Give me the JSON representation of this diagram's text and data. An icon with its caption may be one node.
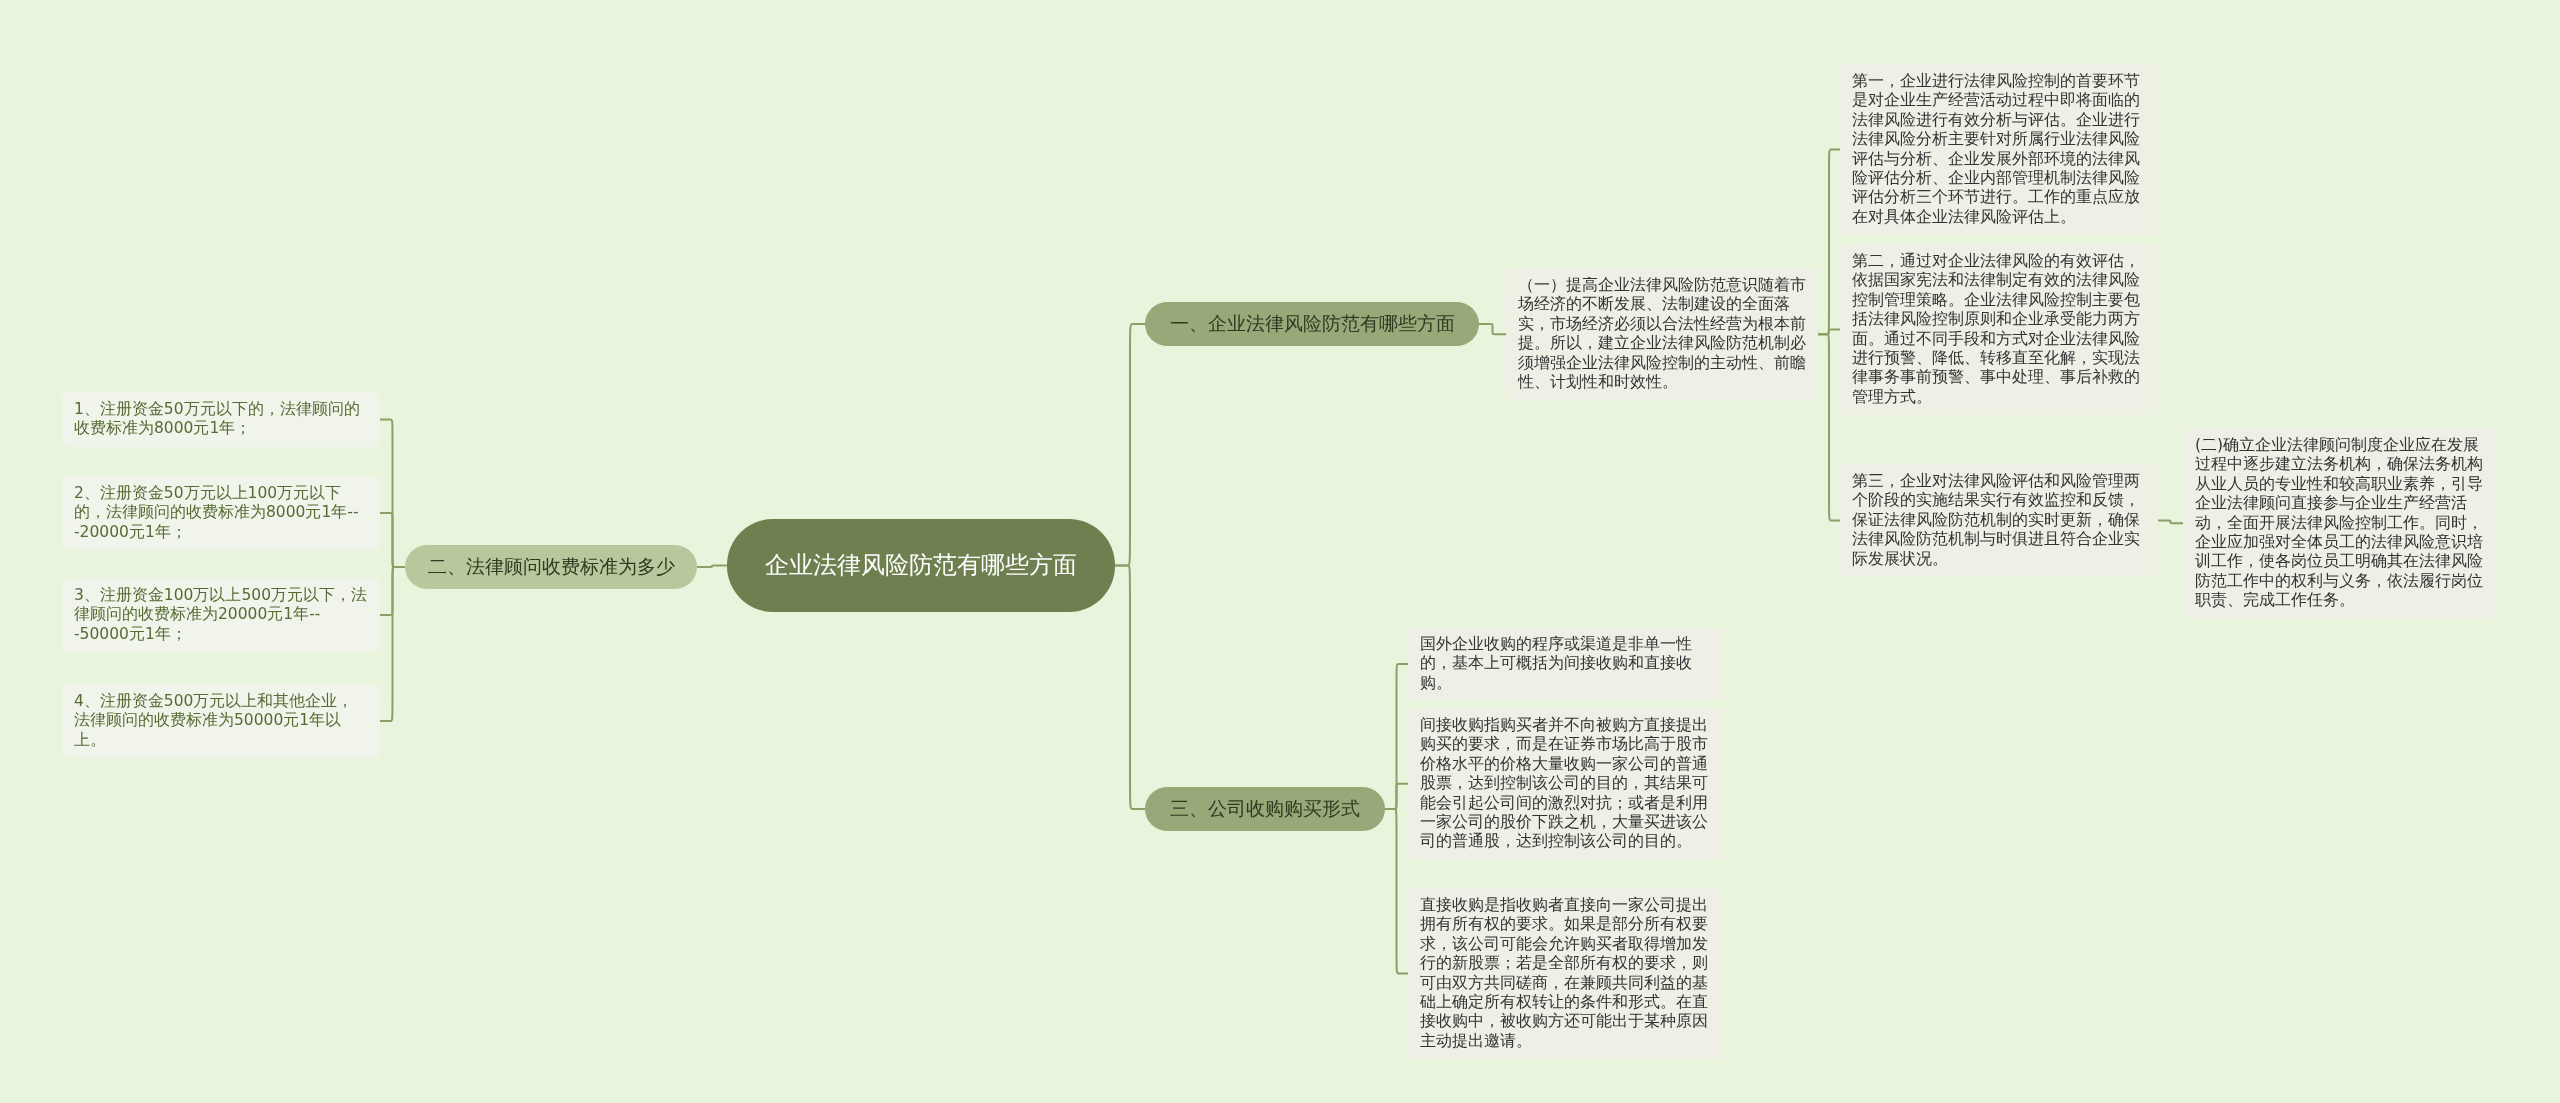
{
  "diagram": {
    "nodes": [
      {
        "text": [
          "企业法律风险防范有哪些方面"
        ]
      },
      {
        "text": [
          "一、企业法律风险防范有哪些方面"
        ]
      },
      {
        "text": [
          "（一）提高企业法律风险防范意识随着市场经济的不断发展、法制建设的全面落实，市场经济必须以合法性经营为根本前提。所以，建立企业法律风险防范机制必须增强企业法律风险控制的主动性、前瞻性、计划性和时效性。"
        ]
      },
      {
        "text": [
          "第一，企业进行法律风险控制的首要环节是对企业生产经营活动过程中即将面临的法律风险进行有效分析与评估。企业进行法律风险分析主要针对所属行业法律风险评估与分析、企业发展外部环境的法律风险评估分析、企业内部管理机制法律风险评估分析三个环节进行。工作的重点应放在对具体企业法律风险评估上。"
        ]
      },
      {
        "text": [
          "第二，通过对企业法律风险的有效评估，依据国家宪法和法律制定有效的法律风险控制管理策略。企业法律风险控制主要包括法律风险控制原则和企业承受能力两方面。通过不同手段和方式对企业法律风险进行预警、降低、转移直至化解，实现法律事务事前预警、事中处理、事后补救的管理方式。"
        ]
      },
      {
        "text": [
          "第三，企业对法律风险评估和风险管理两个阶段的实施结果实行有效监控和反馈，保证法律风险防范机制的实时更新，确保法律风险防范机制与时俱进且符合企业实际发展状况。"
        ]
      },
      {
        "text": [
          "(二)确立企业法律顾问制度企业应在发展过程中逐步建立法务机构，确保法务机构从业人员的专业性和较高职业素养，引导企业法律顾问直接参与企业生产经营活动，全面开展法律风险控制工作。同时，企业应加强对全体员工的法律风险意识培训工作，使各岗位员工明确其在法律风险防范工作中的权利与义务，依法履行岗位职责、完成工作任务。"
        ]
      },
      {
        "text": [
          "二、法律顾问收费标准为多少"
        ]
      },
      {
        "text": [
          "1、注册资金50万元以下的，法律顾问的收费标准为8000元1年；"
        ]
      },
      {
        "text": [
          "2、注册资金50万元以上100万元以下的，法律顾问的收费标准为8000元1年---20000元1年；"
        ]
      },
      {
        "text": [
          "3、注册资金100万以上500万元以下，法律顾问的收费标准为20000元1年---50000元1年；"
        ]
      },
      {
        "text": [
          "4、注册资金500万元以上和其他企业，法律顾问的收费标准为50000元1年以上。"
        ]
      },
      {
        "text": [
          "三、公司收购购买形式"
        ]
      },
      {
        "text": [
          "国外企业收购的程序或渠道是非单一性的，基本上可概括为间接收购和直接收购。"
        ]
      },
      {
        "text": [
          "间接收购指购买者并不向被购方直接提出购买的要求，而是在证券市场比高于股市价格水平的价格大量收购一家公司的普通股票，达到控制该公司的目的，其结果可能会引起公司间的激烈对抗；或者是利用一家公司的股价下跌之机，大量买进该公司的普通股，达到控制该公司的目的。"
        ]
      },
      {
        "text": [
          "直接收购是指收购者直接向一家公司提出拥有所有权的要求。如果是部分所有权要求，该公司可能会允许购买者取得增加发行的新股票；若是全部所有权的要求，则可由双方共同磋商，在兼顾共同利益的基础上确定所有权转让的条件和形式。在直接收购中，被收购方还可能出于某种原因主动提出邀请。"
        ]
      }
    ],
    "edges": [
      {
        "from": 0,
        "to": 1,
        "arrow": "none"
      },
      {
        "from": 1,
        "to": 2,
        "arrow": "none"
      },
      {
        "from": 2,
        "to": 3,
        "arrow": "none"
      },
      {
        "from": 2,
        "to": 4,
        "arrow": "none"
      },
      {
        "from": 2,
        "to": 5,
        "arrow": "none"
      },
      {
        "from": 5,
        "to": 6,
        "arrow": "none"
      },
      {
        "from": 0,
        "to": 7,
        "arrow": "none"
      },
      {
        "from": 7,
        "to": 8,
        "arrow": "none"
      },
      {
        "from": 7,
        "to": 9,
        "arrow": "none"
      },
      {
        "from": 7,
        "to": 10,
        "arrow": "none"
      },
      {
        "from": 7,
        "to": 11,
        "arrow": "none"
      },
      {
        "from": 0,
        "to": 12,
        "arrow": "none"
      },
      {
        "from": 12,
        "to": 13,
        "arrow": "none"
      },
      {
        "from": 12,
        "to": 14,
        "arrow": "none"
      },
      {
        "from": 12,
        "to": 15,
        "arrow": "none"
      }
    ]
  }
}
